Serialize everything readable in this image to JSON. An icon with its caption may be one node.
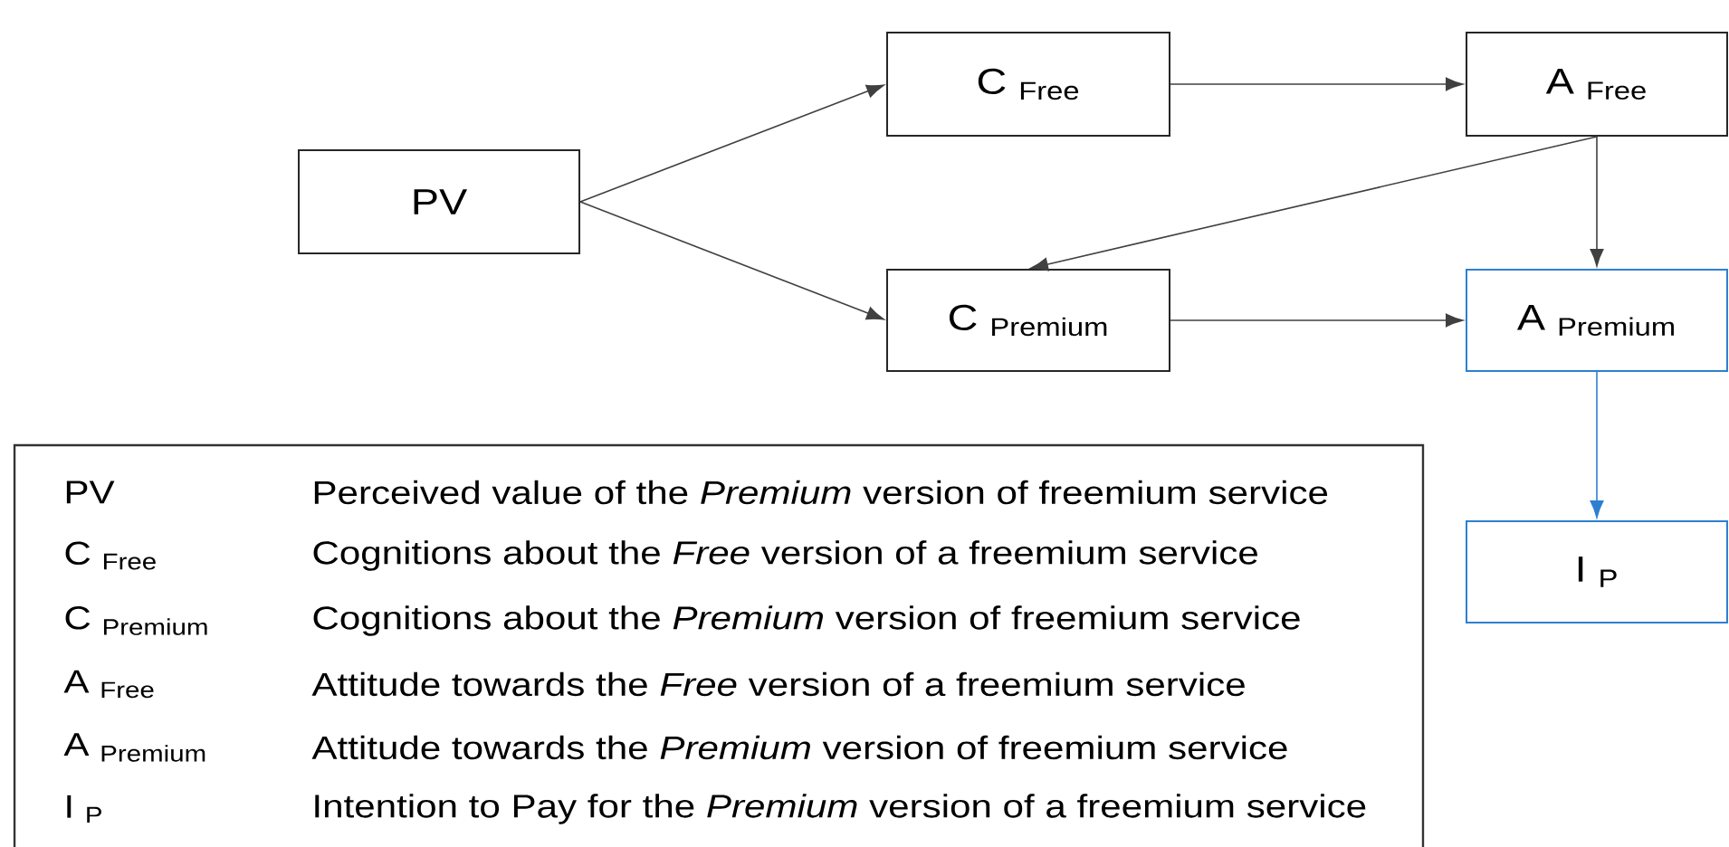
{
  "diagram": {
    "nodes": [
      {
        "text": [
          "PV"
        ]
      },
      {
        "text": [
          "C $_{Free}$"
        ]
      },
      {
        "text": [
          "A $_{Free}$"
        ]
      },
      {
        "text": [
          "C $_{Premium}$"
        ]
      },
      {
        "text": [
          "A $_{Premium}$"
        ]
      },
      {
        "text": [
          "I $_{P}$"
        ]
      }
    ],
    "edges": [
      {
        "from": 0,
        "to": 1,
        "arrow": "to"
      },
      {
        "from": 0,
        "to": 3,
        "arrow": "to"
      },
      {
        "from": 1,
        "to": 2,
        "arrow": "to"
      },
      {
        "from": 2,
        "to": 3,
        "arrow": "to"
      },
      {
        "from": 2,
        "to": 4,
        "arrow": "to"
      },
      {
        "from": 3,
        "to": 4,
        "arrow": "to"
      },
      {
        "from": 4,
        "to": 5,
        "arrow": "to",
        "color": "#2f7fd0"
      }
    ],
    "labels": [
      "PV",
      "Perceived value of the *Premium* version of freemium service",
      "C $_{Free}$",
      "Cognitions about the *Free* version of a freemium service",
      "C $_{Premium}$",
      "Cognitions about the *Premium* version of freemium service",
      "A $_{Free}$",
      "Attitude towards the *Free* version of a freemium service",
      "A $_{Premium}$",
      "Attitude towards the *Premium* version of freemium service",
      "I $_{P}$",
      "Intention to Pay for the *Premium* version of a freemium service"
    ]
  }
}
